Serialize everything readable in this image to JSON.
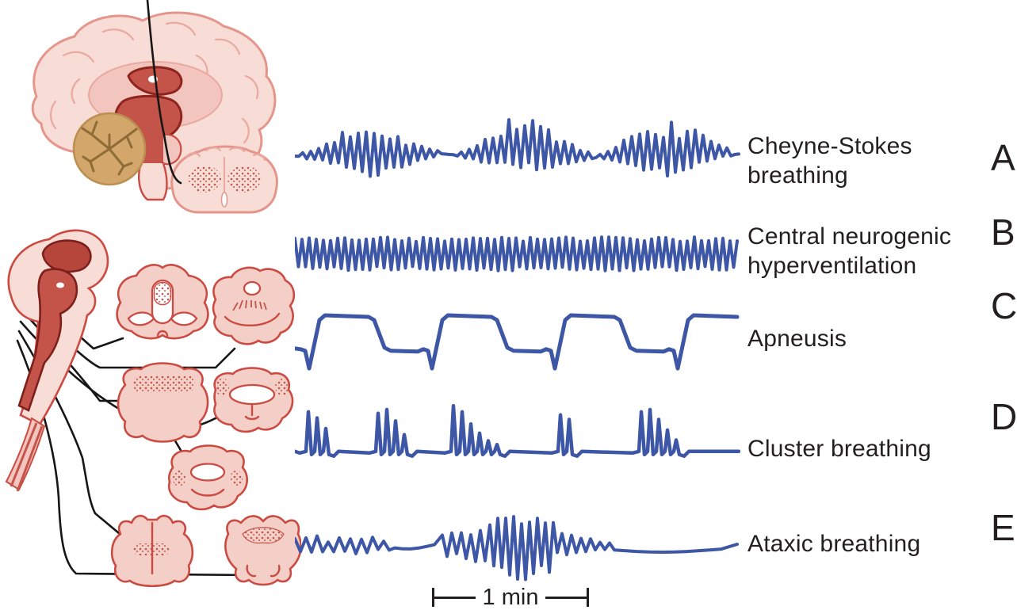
{
  "figure": {
    "palette": {
      "trace_blue": "#3d56a5",
      "ink": "#231f20",
      "outline_red": "#cb4a42",
      "section_pink": "#f3cfc7",
      "cortex_pink": "#f8dcd6",
      "lesion_dark_red": "#c4544a",
      "cerebellum_tan": "#d3a76b",
      "leader_black": "#161616"
    },
    "rows": [
      {
        "id": "A",
        "letter": "A",
        "label_line1": "Cheyne-Stokes",
        "label_line2": "breathing",
        "pattern": "cheyne_stokes"
      },
      {
        "id": "B",
        "letter": "B",
        "label_line1": "Central neurogenic",
        "label_line2": "hyperventilation",
        "pattern": "hyperventilation"
      },
      {
        "id": "C",
        "letter": "C",
        "label_line1": "Apneusis",
        "label_line2": "",
        "pattern": "apneusis"
      },
      {
        "id": "D",
        "letter": "D",
        "label_line1": "Cluster breathing",
        "label_line2": "",
        "pattern": "cluster"
      },
      {
        "id": "E",
        "letter": "E",
        "label_line1": "Ataxic breathing",
        "label_line2": "",
        "pattern": "ataxic"
      }
    ],
    "scale_bar": {
      "label": "1 min"
    },
    "illustrations": {
      "top_left": "brain-sagittal-with-coronal-slice",
      "bottom_left": "brainstem-with-cross-sections"
    }
  }
}
